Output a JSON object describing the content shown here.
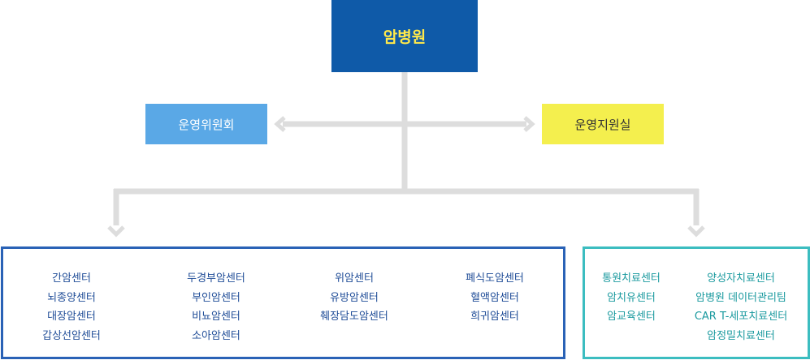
{
  "root": {
    "label": "암병원"
  },
  "left_node": {
    "label": "운영위원회"
  },
  "right_node": {
    "label": "운영지원실"
  },
  "centers": {
    "columns": [
      [
        "간암센터",
        "뇌종양센터",
        "대장암센터",
        "갑상선암센터"
      ],
      [
        "두경부암센터",
        "부인암센터",
        "비뇨암센터",
        "소아암센터"
      ],
      [
        "위암센터",
        "유방암센터",
        "췌장담도암센터"
      ],
      [
        "폐식도암센터",
        "혈액암센터",
        "희귀암센터"
      ]
    ]
  },
  "treatment": {
    "columns": [
      [
        "통원치료센터",
        "암치유센터",
        "암교육센터"
      ],
      [
        "양성자치료센터",
        "암병원 데이터관리팀",
        "CAR T-세포치료센터",
        "암정밀치료센터"
      ]
    ]
  },
  "colors": {
    "root_bg": "#0f5aa8",
    "root_text": "#ffe94a",
    "left_node_bg": "#5aa8e6",
    "right_node_bg": "#f4ef4e",
    "connector": "#dddddd",
    "panel_left_border": "#2a62b6",
    "panel_right_border": "#3cbdc0"
  }
}
